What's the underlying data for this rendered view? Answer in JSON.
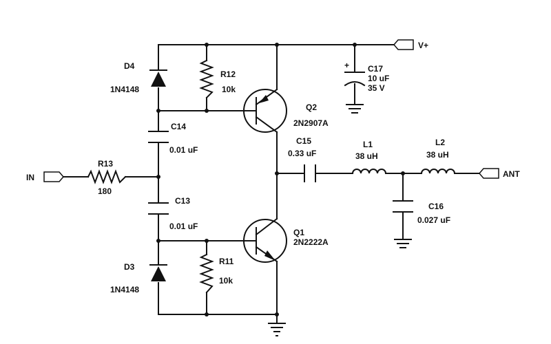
{
  "components": {
    "d4": {
      "ref": "D4",
      "part": "1N4148"
    },
    "d3": {
      "ref": "D3",
      "part": "1N4148"
    },
    "r12": {
      "ref": "R12",
      "value": "10k"
    },
    "r11": {
      "ref": "R11",
      "value": "10k"
    },
    "r13": {
      "ref": "R13",
      "value": "180"
    },
    "c14": {
      "ref": "C14",
      "value": "0.01 uF"
    },
    "c13": {
      "ref": "C13",
      "value": "0.01 uF"
    },
    "q2": {
      "ref": "Q2",
      "part": "2N2907A"
    },
    "q1": {
      "ref": "Q1",
      "part": "2N2222A"
    },
    "c17": {
      "ref": "C17",
      "value": "10 uF",
      "voltage": "35 V"
    },
    "c15": {
      "ref": "C15",
      "value": "0.33 uF"
    },
    "l1": {
      "ref": "L1",
      "value": "38 uH"
    },
    "l2": {
      "ref": "L2",
      "value": "38 uH"
    },
    "c16": {
      "ref": "C16",
      "value": "0.027 uF"
    }
  },
  "ports": {
    "vplus": "V+",
    "input": "IN",
    "antenna": "ANT"
  },
  "polarity_mark": "+"
}
